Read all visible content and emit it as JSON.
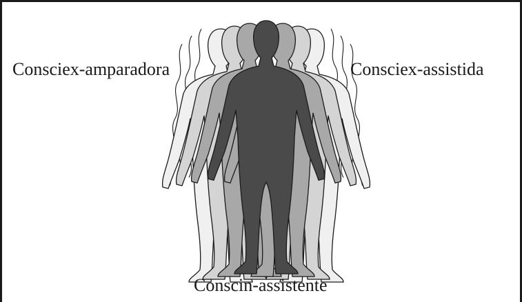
{
  "labels": {
    "left": "Consciex-amparadora",
    "right": "Consciex-assistida",
    "bottom": "Conscin-assistente"
  },
  "colors": {
    "outline": "#1a1a1a",
    "figure_main": "#4a4a4a",
    "layers": [
      "#f0f0f0",
      "#e4e4e4",
      "#d0d0d0",
      "#b8b8b8",
      "#9d9d9d",
      "#808080"
    ]
  }
}
